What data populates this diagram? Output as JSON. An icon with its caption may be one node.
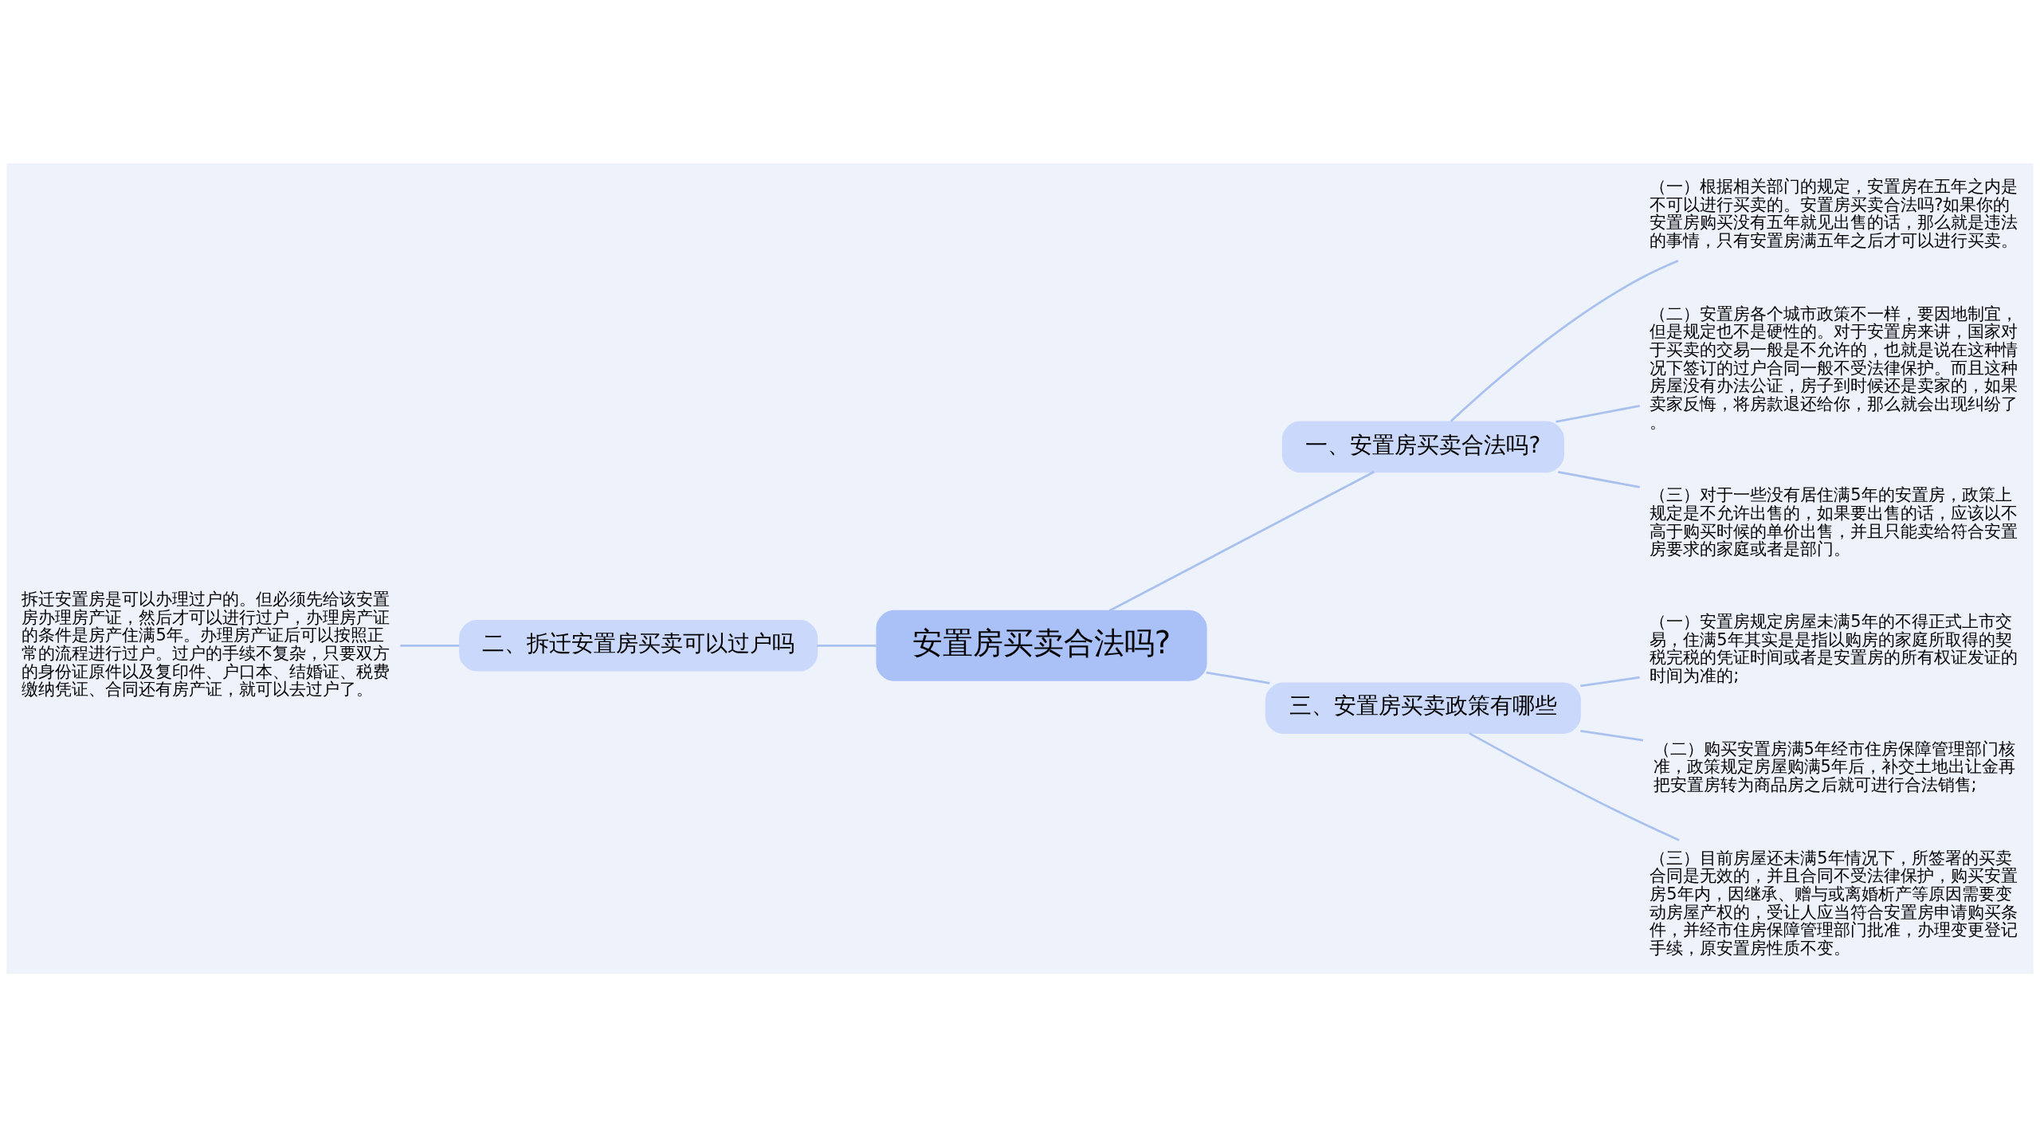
{
  "diagram": {
    "nodes": [
      {
        "text": [
          "安置房买卖合法吗?"
        ]
      },
      {
        "text": [
          "一、安置房买卖合法吗?"
        ]
      },
      {
        "text": [
          "（一）根据相关部门的规定，安置房在五年之内是不可以进行买卖的。安置房买卖合法吗?如果你的安置房购买没有五年就见出售的话，那么就是违法的事情，只有安置房满五年之后才可以进行买卖。"
        ]
      },
      {
        "text": [
          "（二）安置房各个城市政策不一样，要因地制宜，但是规定也不是硬性的。对于安置房来讲，国家对于买卖的交易一般是不允许的，也就是说在这种情况下签订的过户合同一般不受法律保护。而且这种房屋没有办法公证，房子到时候还是卖家的，如果卖家反悔，将房款退还给你，那么就会出现纠纷了。"
        ]
      },
      {
        "text": [
          "（三）对于一些没有居住满5年的安置房，政策上规定是不允许出售的，如果要出售的话，应该以不高于购买时候的单价出售，并且只能卖给符合安置房要求的家庭或者是部门。"
        ]
      },
      {
        "text": [
          "二、拆迁安置房买卖可以过户吗"
        ]
      },
      {
        "text": [
          "拆迁安置房是可以办理过户的。但必须先给该安置房办理房产证，然后才可以进行过户，办理房产证的条件是房产住满5年。办理房产证后可以按照正常的流程进行过户。过户的手续不复杂，只要双方的身份证原件以及复印件、户口本、结婚证、税费缴纳凭证、合同还有房产证，就可以去过户了。"
        ]
      },
      {
        "text": [
          "三、安置房买卖政策有哪些"
        ]
      },
      {
        "text": [
          "（一）安置房规定房屋未满5年的不得正式上市交易，住满5年其实是是指以购房的家庭所取得的契税完税的凭证时间或者是安置房的所有权证发证的时间为准的;"
        ]
      },
      {
        "text": [
          "（二）购买安置房满5年经市住房保障管理部门核准，政策规定房屋购满5年后，补交土地出让金再把安置房转为商品房之后就可进行合法销售;"
        ]
      },
      {
        "text": [
          "（三）目前房屋还未满5年情况下，所签署的买卖合同是无效的，并且合同不受法律保护，购买安置房5年内，因继承、赠与或离婚析产等原因需要变动房屋产权的，受让人应当符合安置房申请购买条件，并经市住房保障管理部门批准，办理变更登记手续，原安置房性质不变。"
        ]
      }
    ],
    "edges": [
      {
        "from": 0,
        "to": 1,
        "arrow": "none"
      },
      {
        "from": 1,
        "to": 2,
        "arrow": "none"
      },
      {
        "from": 1,
        "to": 3,
        "arrow": "none"
      },
      {
        "from": 1,
        "to": 4,
        "arrow": "none"
      },
      {
        "from": 0,
        "to": 5,
        "arrow": "none"
      },
      {
        "from": 5,
        "to": 6,
        "arrow": "none"
      },
      {
        "from": 0,
        "to": 7,
        "arrow": "none"
      },
      {
        "from": 7,
        "to": 8,
        "arrow": "none"
      },
      {
        "from": 7,
        "to": 9,
        "arrow": "none"
      },
      {
        "from": 7,
        "to": 10,
        "arrow": "none"
      }
    ]
  }
}
